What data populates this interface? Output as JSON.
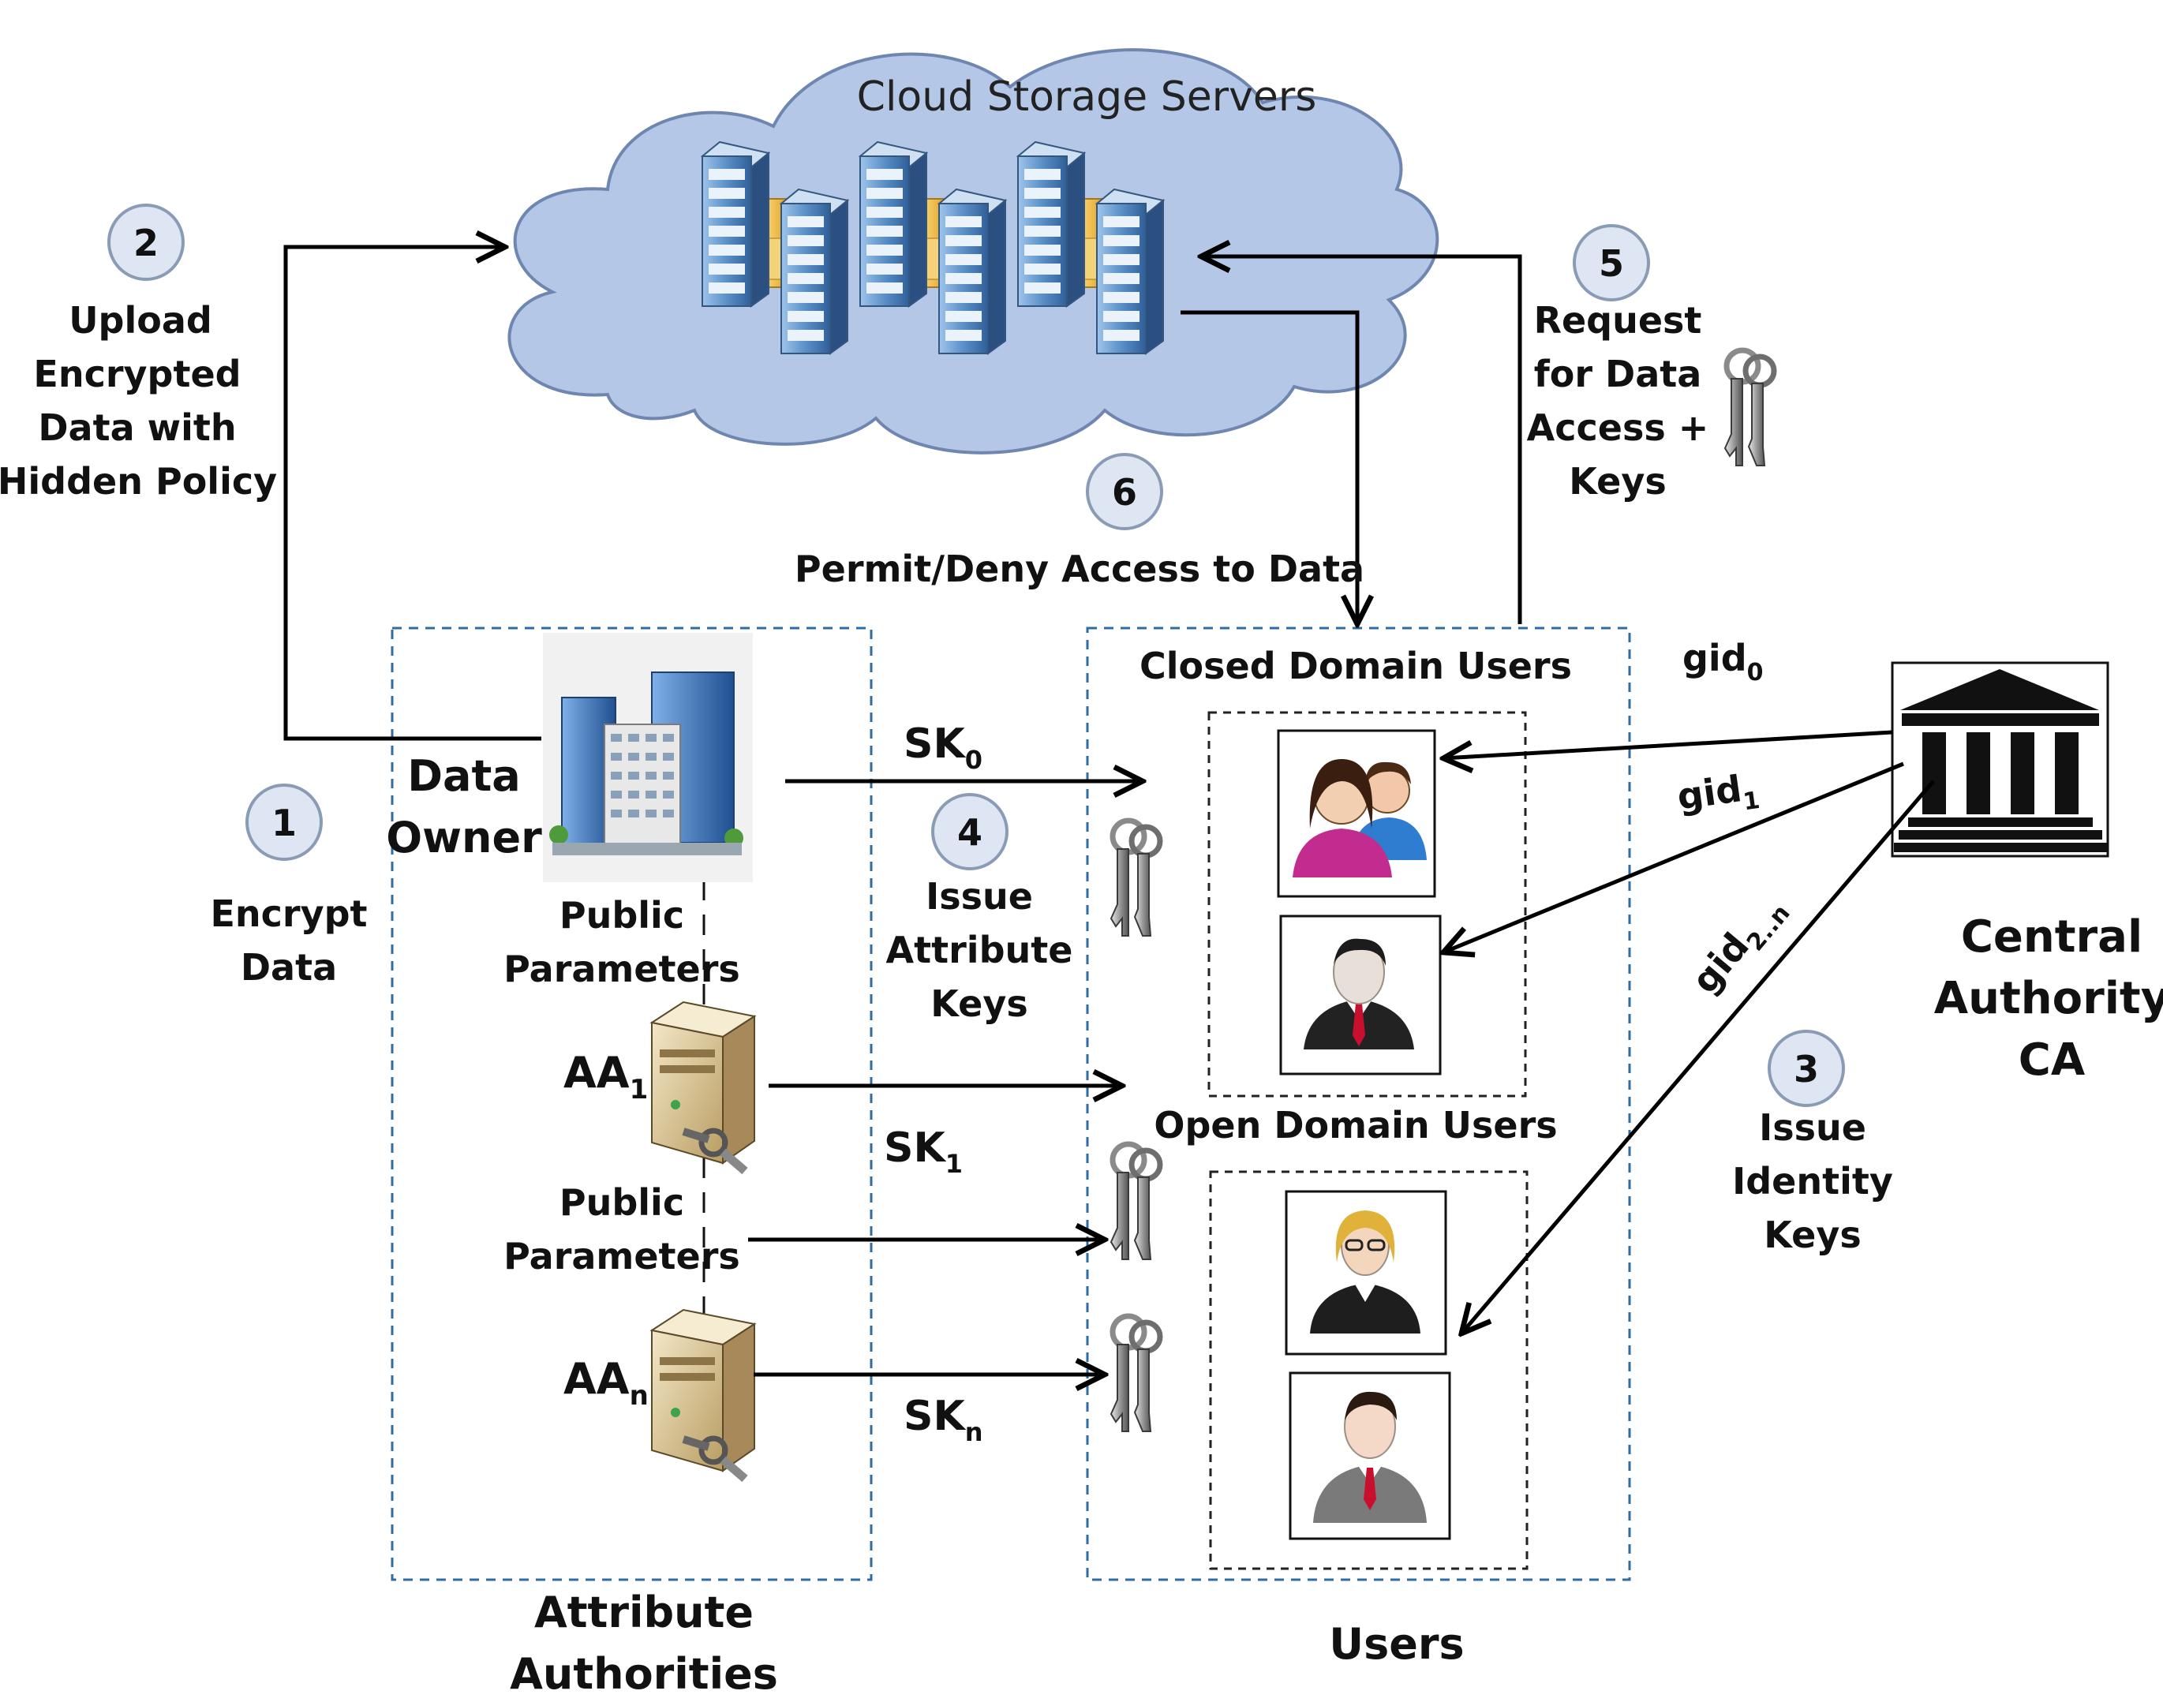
{
  "colors": {
    "cloud_fill": "#b4c7e7",
    "cloud_stroke": "#6f86b0",
    "region_border": "#2e6da4",
    "step_circle_fill": "#dde6f2",
    "server_blue": "#5b8fc7",
    "server_gold": "#f2c04a"
  },
  "cloud": {
    "title": "Cloud Storage Servers"
  },
  "steps": {
    "s1": {
      "num": "1",
      "line1": "Encrypt",
      "line2": "Data"
    },
    "s2": {
      "num": "2",
      "line1": "Upload",
      "line2": "Encrypted",
      "line3": "Data with",
      "line4": "Hidden Policy"
    },
    "s3": {
      "num": "3",
      "line1": "Issue",
      "line2": "Identity",
      "line3": "Keys"
    },
    "s4": {
      "num": "4",
      "line1": "Issue",
      "line2": "Attribute",
      "line3": "Keys"
    },
    "s5": {
      "num": "5",
      "line1": "Request",
      "line2": "for Data",
      "line3": "Access +",
      "line4": "Keys"
    },
    "s6": {
      "num": "6",
      "line1": "Permit/Deny Access to Data"
    }
  },
  "attribute_authorities": {
    "title_line1": "Attribute",
    "title_line2": "Authorities",
    "data_owner_line1": "Data",
    "data_owner_line2": "Owner",
    "public_params_1_line1": "Public",
    "public_params_1_line2": "Parameters",
    "public_params_2_line1": "Public",
    "public_params_2_line2": "Parameters",
    "aa1": {
      "base": "AA",
      "sub": "1"
    },
    "aan": {
      "base": "AA",
      "sub": "n"
    }
  },
  "secret_keys": {
    "sk0": {
      "base": "SK",
      "sub": "0"
    },
    "sk1": {
      "base": "SK",
      "sub": "1"
    },
    "skn": {
      "base": "SK",
      "sub": "n"
    }
  },
  "users": {
    "title": "Users",
    "closed_domain": "Closed Domain Users",
    "open_domain": "Open Domain Users"
  },
  "global_ids": {
    "gid0": {
      "base": "gid",
      "sub": "0"
    },
    "gid1": {
      "base": "gid",
      "sub": "1"
    },
    "gid2n": {
      "base": "gid",
      "sub": "2..n"
    }
  },
  "central_authority": {
    "line1": "Central",
    "line2": "Authority",
    "line3": "CA"
  },
  "icons": [
    "cloud-icon",
    "server-rack-icon",
    "building-icon",
    "server-key-icon",
    "key-icon",
    "government-building-icon",
    "user-group-icon",
    "businessman-icon",
    "businesswoman-icon"
  ]
}
